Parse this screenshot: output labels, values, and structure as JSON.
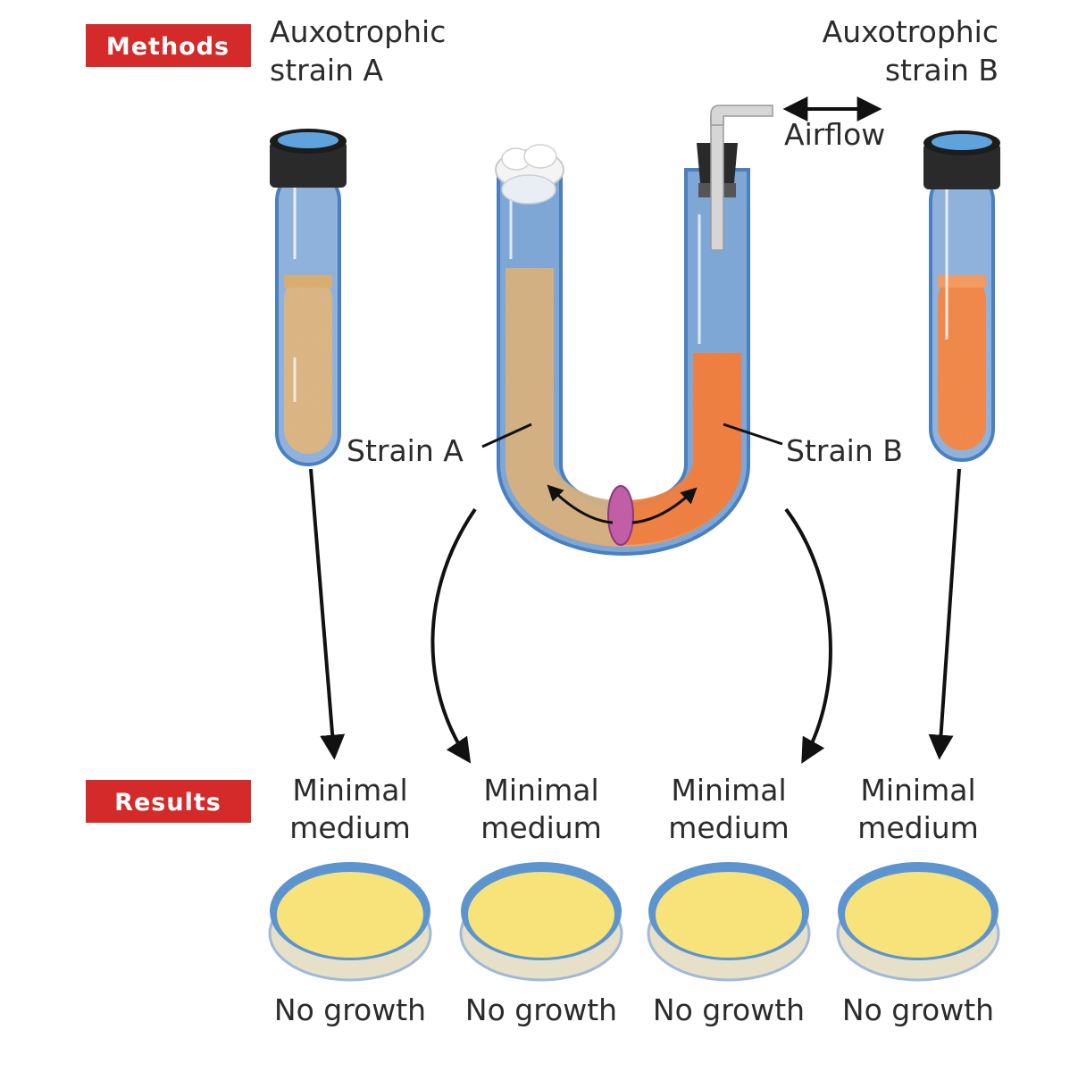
{
  "methods_label": "Methods",
  "results_label": "Results",
  "tube_a": {
    "label_line1": "Auxotrophic",
    "label_line2": "strain A"
  },
  "tube_b": {
    "label_line1": "Auxotrophic",
    "label_line2": "strain B"
  },
  "airflow_label": "Airflow",
  "u_tube": {
    "strain_a_label": "Strain A",
    "strain_b_label": "Strain B"
  },
  "plates": [
    {
      "medium_line1": "Minimal",
      "medium_line2": "medium",
      "result": "No growth"
    },
    {
      "medium_line1": "Minimal",
      "medium_line2": "medium",
      "result": "No growth"
    },
    {
      "medium_line1": "Minimal",
      "medium_line2": "medium",
      "result": "No growth"
    },
    {
      "medium_line1": "Minimal",
      "medium_line2": "medium",
      "result": "No growth"
    }
  ],
  "colors": {
    "badge_red": "#d42a2a",
    "glass_blue": "#7fa7d6",
    "glass_edge": "#4a7fc0",
    "strain_a_fill": "#e0b57a",
    "strain_b_fill": "#f0883f",
    "agar_yellow": "#f8e27a",
    "filter_pink": "#c05fa8"
  }
}
